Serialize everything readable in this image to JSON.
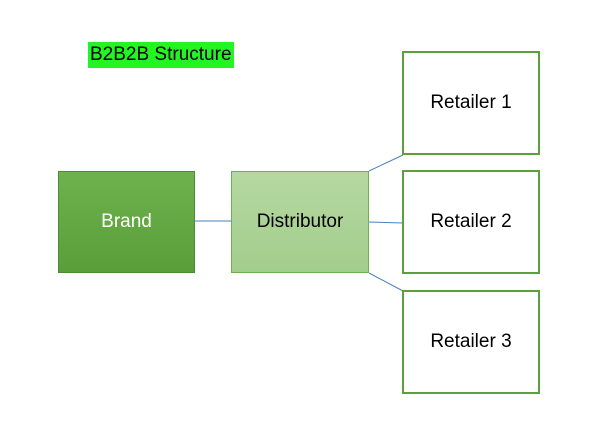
{
  "title": "B2B2B Structure",
  "nodes": {
    "brand": "Brand",
    "distributor": "Distributor",
    "retailers": [
      "Retailer 1",
      "Retailer 2",
      "Retailer 3"
    ]
  },
  "colors": {
    "title_highlight": "#22f522",
    "brand_fill": "#62a844",
    "distributor_fill": "#abd196",
    "retailer_border": "#5d9f3f",
    "connector": "#4a7fc1"
  }
}
